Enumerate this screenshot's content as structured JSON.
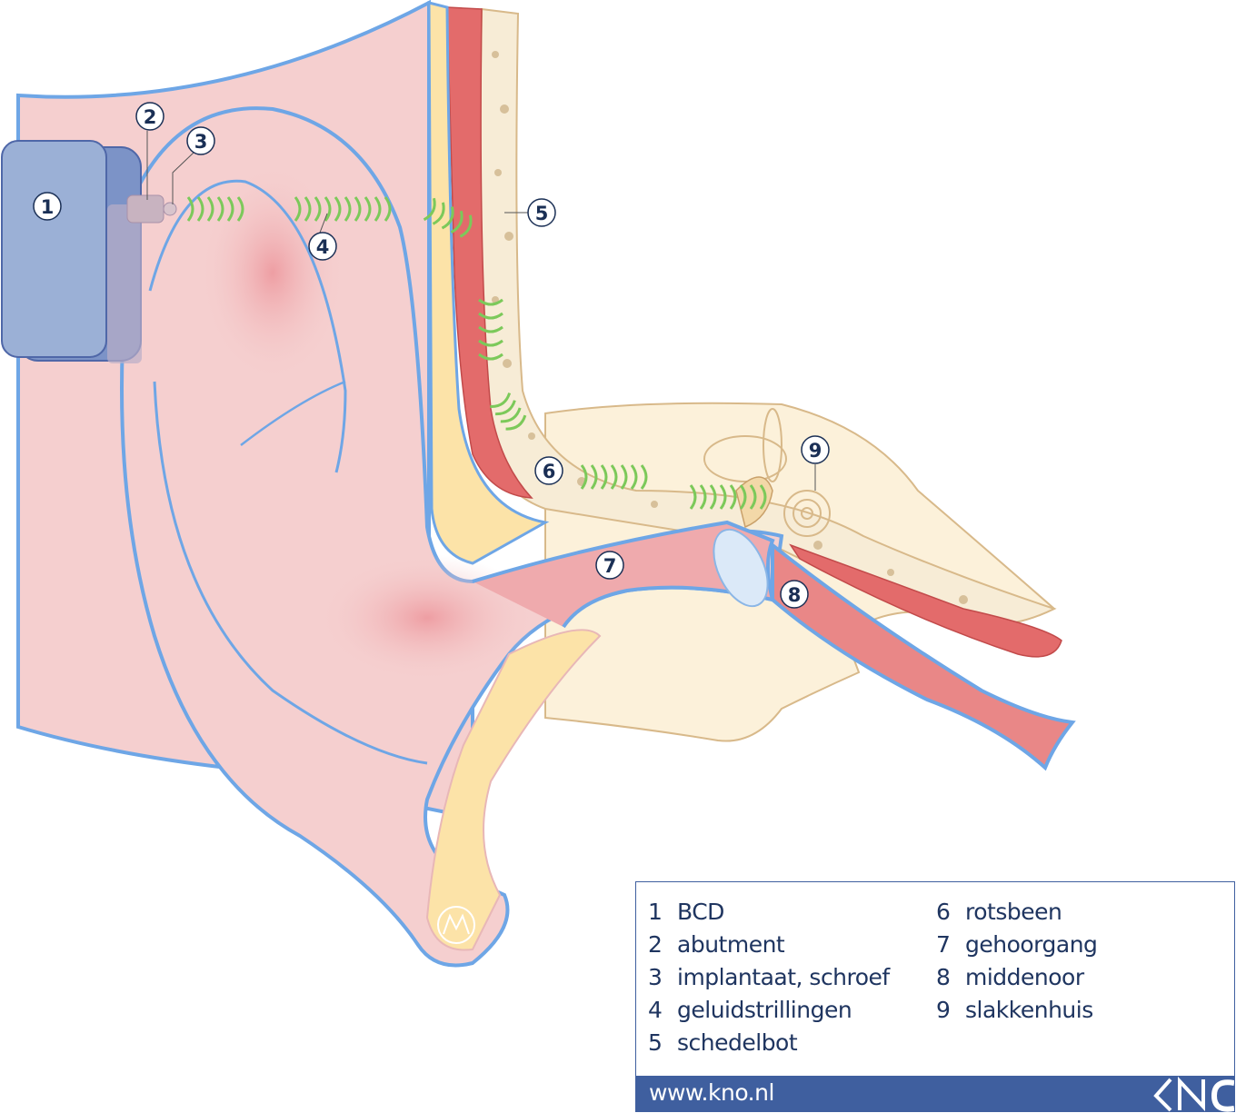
{
  "callouts": [
    {
      "number": "1"
    },
    {
      "number": "2"
    },
    {
      "number": "3"
    },
    {
      "number": "4"
    },
    {
      "number": "5"
    },
    {
      "number": "6"
    },
    {
      "number": "7"
    },
    {
      "number": "8"
    },
    {
      "number": "9"
    }
  ],
  "legend": {
    "left": [
      {
        "number": "1",
        "label": "BCD"
      },
      {
        "number": "2",
        "label": "abutment"
      },
      {
        "number": "3",
        "label": "implantaat, schroef"
      },
      {
        "number": "4",
        "label": "geluidstrillingen"
      },
      {
        "number": "5",
        "label": "schedelbot"
      }
    ],
    "right": [
      {
        "number": "6",
        "label": "rotsbeen"
      },
      {
        "number": "7",
        "label": "gehoorgang"
      },
      {
        "number": "8",
        "label": "middenoor"
      },
      {
        "number": "9",
        "label": "slakkenhuis"
      }
    ]
  },
  "footer": {
    "url": "www.kno.nl",
    "logo_text": "KNO"
  },
  "colors": {
    "skin": "#f5cfcf",
    "outline": "#6ea6e6",
    "bone": "#fbeccb",
    "muscle": "#e36b6b",
    "wave": "#7cc95a",
    "brand": "#3f5f9f",
    "navy": "#1a2f55"
  }
}
